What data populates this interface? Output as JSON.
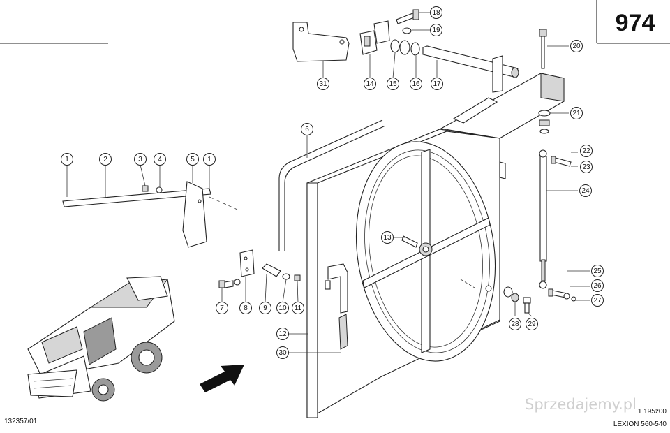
{
  "page_number": "974",
  "drawing_code": "132357/01",
  "revision_code": "1 195z00",
  "model_name": "LEXION 560-540",
  "watermark_text": "Sprzedajemy.pl",
  "callouts": [
    {
      "n": "1"
    },
    {
      "n": "2"
    },
    {
      "n": "3"
    },
    {
      "n": "4"
    },
    {
      "n": "5"
    },
    {
      "n": "1"
    },
    {
      "n": "6"
    },
    {
      "n": "7"
    },
    {
      "n": "8"
    },
    {
      "n": "9"
    },
    {
      "n": "10"
    },
    {
      "n": "11"
    },
    {
      "n": "12"
    },
    {
      "n": "13"
    },
    {
      "n": "14"
    },
    {
      "n": "15"
    },
    {
      "n": "16"
    },
    {
      "n": "17"
    },
    {
      "n": "18"
    },
    {
      "n": "19"
    },
    {
      "n": "20"
    },
    {
      "n": "21"
    },
    {
      "n": "22"
    },
    {
      "n": "23"
    },
    {
      "n": "24"
    },
    {
      "n": "25"
    },
    {
      "n": "26"
    },
    {
      "n": "27"
    },
    {
      "n": "28"
    },
    {
      "n": "29"
    },
    {
      "n": "30"
    },
    {
      "n": "31"
    }
  ]
}
